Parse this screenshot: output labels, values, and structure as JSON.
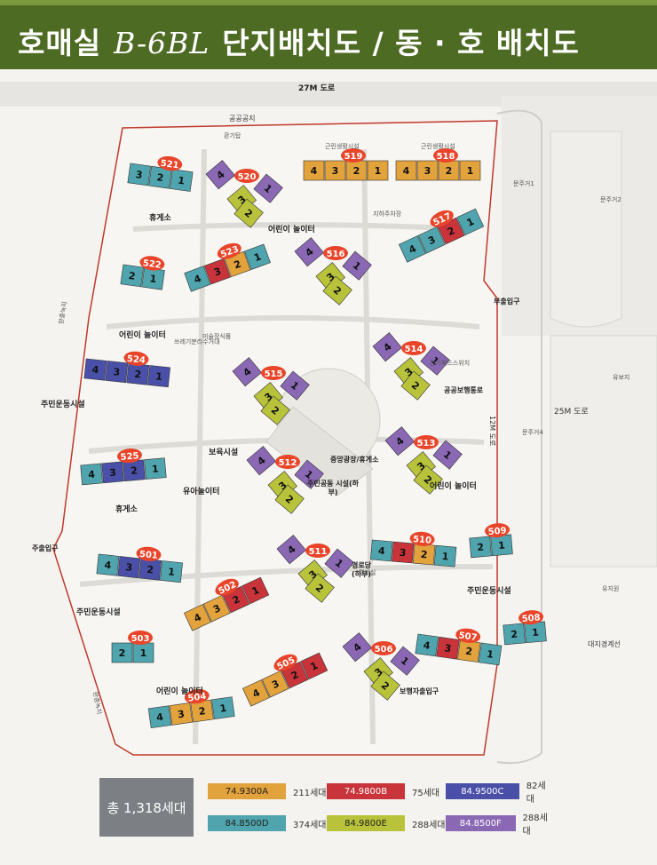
{
  "title": {
    "main": "호매실",
    "accent": "B-6BL",
    "rest": "단지배치도 / 동 · 호 배치도"
  },
  "colors": {
    "A": "#e2a23c",
    "B": "#c8343a",
    "C": "#4a50a8",
    "D": "#4fa4ad",
    "E": "#b8c23a",
    "F": "#8a68b4",
    "header": "#4e6b24",
    "boundary": "#c0392b",
    "badge": "#e8452a"
  },
  "roads": {
    "top": "27M 도로",
    "right": "25M 도로",
    "east": "12M 도로",
    "publicspace": "공공공지",
    "bus1": "문주거1",
    "bus2": "문주거2",
    "bus4": "문주거4",
    "yubo": "유보지",
    "yuji": "유지원",
    "boundary_line": "대지경계선",
    "left_green1": "완충녹지",
    "left_green2": "완충녹지",
    "entrance_main": "주출입구",
    "entrance_sub": "부출입구",
    "walk_entrance": "보행자출입구",
    "public_walk": "공공보행통로"
  },
  "facilities": {
    "rest1": "휴게소",
    "playground1": "어린이 놀이터",
    "playground2": "어린이 놀이터",
    "playground3": "어린이 놀이터",
    "playground4": "어린이 놀이터",
    "sports1": "주민운동시설",
    "sports2": "주민운동시설",
    "sports3": "주민운동시설",
    "nursery": "보육시설",
    "kids": "유아놀이터",
    "rest2": "휴게소",
    "plaza": "중앙광장/휴게소",
    "community": "주민공동 시설(하부)",
    "senior": "경로당 (하부)",
    "shops1": "근린생활시설",
    "shops2": "근린생활시설",
    "parking_entry": "지하주차장",
    "waste1": "쓰레기분리수거대",
    "vent": "환기탑",
    "electric": "전기패드스위치",
    "art": "미술장식품",
    "guard": "경비실"
  },
  "buildings": [
    {
      "num": "521",
      "units": [
        "3",
        "2",
        "1"
      ],
      "colors": [
        "D",
        "D",
        "D"
      ]
    },
    {
      "num": "520",
      "units": [
        "4",
        "3",
        "2",
        "1"
      ],
      "colors": [
        "F",
        "E",
        "E",
        "F"
      ]
    },
    {
      "num": "519",
      "units": [
        "4",
        "3",
        "2",
        "1"
      ],
      "colors": [
        "A",
        "A",
        "A",
        "A"
      ]
    },
    {
      "num": "518",
      "units": [
        "4",
        "3",
        "2",
        "1"
      ],
      "colors": [
        "A",
        "A",
        "A",
        "A"
      ]
    },
    {
      "num": "522",
      "units": [
        "2",
        "1"
      ],
      "colors": [
        "D",
        "D"
      ]
    },
    {
      "num": "523",
      "units": [
        "4",
        "3",
        "2",
        "1"
      ],
      "colors": [
        "D",
        "B",
        "A",
        "D"
      ]
    },
    {
      "num": "516",
      "units": [
        "4",
        "3",
        "2",
        "1"
      ],
      "colors": [
        "F",
        "E",
        "E",
        "F"
      ]
    },
    {
      "num": "517",
      "units": [
        "4",
        "3",
        "2",
        "1"
      ],
      "colors": [
        "D",
        "D",
        "B",
        "D"
      ]
    },
    {
      "num": "524",
      "units": [
        "4",
        "3",
        "2",
        "1"
      ],
      "colors": [
        "C",
        "C",
        "C",
        "C"
      ]
    },
    {
      "num": "515",
      "units": [
        "4",
        "3",
        "2",
        "1"
      ],
      "colors": [
        "F",
        "E",
        "E",
        "F"
      ]
    },
    {
      "num": "514",
      "units": [
        "4",
        "3",
        "2",
        "1"
      ],
      "colors": [
        "F",
        "E",
        "E",
        "F"
      ]
    },
    {
      "num": "525",
      "units": [
        "4",
        "3",
        "2",
        "1"
      ],
      "colors": [
        "D",
        "C",
        "C",
        "D"
      ]
    },
    {
      "num": "512",
      "units": [
        "4",
        "3",
        "2",
        "1"
      ],
      "colors": [
        "F",
        "E",
        "E",
        "F"
      ]
    },
    {
      "num": "513",
      "units": [
        "4",
        "3",
        "2",
        "1"
      ],
      "colors": [
        "F",
        "E",
        "E",
        "F"
      ]
    },
    {
      "num": "501",
      "units": [
        "4",
        "3",
        "2",
        "1"
      ],
      "colors": [
        "D",
        "C",
        "C",
        "D"
      ]
    },
    {
      "num": "511",
      "units": [
        "4",
        "3",
        "2",
        "1"
      ],
      "colors": [
        "F",
        "E",
        "E",
        "F"
      ]
    },
    {
      "num": "510",
      "units": [
        "4",
        "3",
        "2",
        "1"
      ],
      "colors": [
        "D",
        "B",
        "A",
        "D"
      ]
    },
    {
      "num": "509",
      "units": [
        "2",
        "1"
      ],
      "colors": [
        "D",
        "D"
      ]
    },
    {
      "num": "502",
      "units": [
        "4",
        "3",
        "2",
        "1"
      ],
      "colors": [
        "A",
        "A",
        "B",
        "B"
      ]
    },
    {
      "num": "503",
      "units": [
        "2",
        "1"
      ],
      "colors": [
        "D",
        "D"
      ]
    },
    {
      "num": "506",
      "units": [
        "4",
        "3",
        "2",
        "1"
      ],
      "colors": [
        "F",
        "E",
        "E",
        "F"
      ]
    },
    {
      "num": "507",
      "units": [
        "4",
        "3",
        "2",
        "1"
      ],
      "colors": [
        "D",
        "B",
        "A",
        "D"
      ]
    },
    {
      "num": "508",
      "units": [
        "2",
        "1"
      ],
      "colors": [
        "D",
        "D"
      ]
    },
    {
      "num": "505",
      "units": [
        "4",
        "3",
        "2",
        "1"
      ],
      "colors": [
        "A",
        "A",
        "B",
        "B"
      ]
    },
    {
      "num": "504",
      "units": [
        "4",
        "3",
        "2",
        "1"
      ],
      "colors": [
        "D",
        "A",
        "A",
        "D"
      ]
    }
  ],
  "legend": {
    "total": "총 1,318세대",
    "items": [
      {
        "type": "74.9300A",
        "count": "211세대",
        "color": "A"
      },
      {
        "type": "74.9800B",
        "count": "75세대",
        "color": "B"
      },
      {
        "type": "84.9500C",
        "count": "82세대",
        "color": "C"
      },
      {
        "type": "84.8500D",
        "count": "374세대",
        "color": "D"
      },
      {
        "type": "84.9800E",
        "count": "288세대",
        "color": "E"
      },
      {
        "type": "84.8500F",
        "count": "288세대",
        "color": "F"
      }
    ]
  }
}
